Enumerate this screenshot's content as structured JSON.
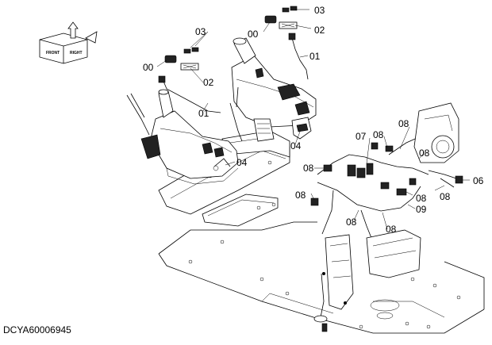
{
  "orientation_badge": {
    "word_front": "FRONT",
    "word_right": "RIGHT",
    "icon": "orientation-cube-icon"
  },
  "callouts": {
    "c00_a": "00",
    "c00_b": "00",
    "c01_a": "01",
    "c01_b": "01",
    "c02_a": "02",
    "c02_b": "02",
    "c03_a": "03",
    "c03_b": "03",
    "c04_a": "04",
    "c04_b": "04",
    "c06": "06",
    "c07": "07",
    "c08_a": "08",
    "c08_b": "08",
    "c08_c": "08",
    "c08_d": "08",
    "c08_e": "08",
    "c08_f": "08",
    "c08_g": "08",
    "c08_h": "08",
    "c09": "09"
  },
  "drawing_id": "DCYA60006945"
}
